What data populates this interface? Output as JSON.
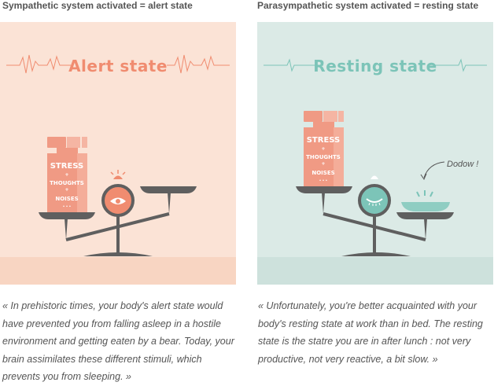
{
  "left": {
    "heading": "Sympathetic system activated = alert state",
    "title": "Alert state",
    "jar": {
      "line1": "STRESS",
      "plus": "+",
      "line2": "THOUGHTS",
      "line3": "NOISES",
      "dots": "• • •"
    },
    "caption": "« In prehistoric times, your body's alert state would have prevented you from falling asleep in a hostile environment and getting eaten by a bear. Today, your brain assimilates these different stimuli, which prevents you from sleeping. »",
    "colors": {
      "bg": "#fbe3d6",
      "floor": "#f8d5c2",
      "accent": "#f08c70"
    }
  },
  "right": {
    "heading": "Parasympathetic system activated = resting state",
    "title": "Resting state",
    "jar": {
      "line1": "STRESS",
      "plus": "+",
      "line2": "THOUGHTS",
      "line3": "NOISES",
      "dots": "• • •"
    },
    "annotation": "Dodow !",
    "caption": "« Unfortunately, you're better acquainted with your body's resting state at work than in bed. The resting state is the statre you are in after lunch : not very productive, not very reactive, a bit slow. »",
    "colors": {
      "bg": "#dbeae6",
      "floor": "#cde1dc",
      "accent": "#7cc4b8"
    }
  }
}
